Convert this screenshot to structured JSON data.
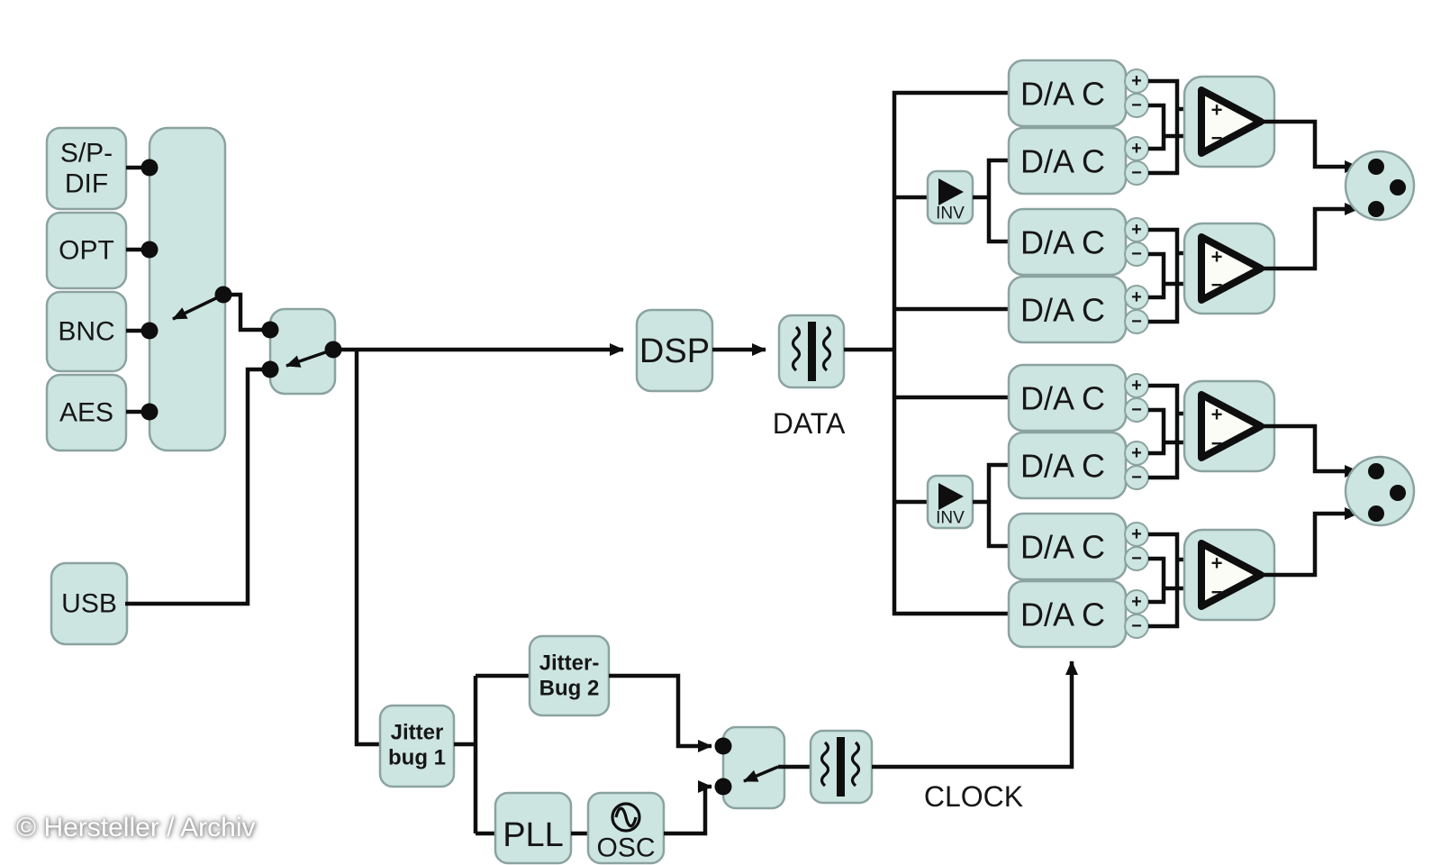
{
  "diagram": {
    "watermark": "© Hersteller / Archiv",
    "colors": {
      "background": "#ffffff",
      "block_fill": "#cde5e0",
      "block_border": "#8ba3a0",
      "wire": "#0e0e0e",
      "text": "#161616"
    },
    "labels": {
      "spdif_l1": "S/P-",
      "spdif_l2": "DIF",
      "opt": "OPT",
      "bnc": "BNC",
      "aes": "AES",
      "usb": "USB",
      "dsp": "DSP",
      "data": "DATA",
      "clock": "CLOCK",
      "dac": "D/A C",
      "inv": "INV",
      "plus": "+",
      "minus": "−",
      "jb1_l1": "Jitter",
      "jb1_l2": "bug 1",
      "jb2_l1": "Jitter-",
      "jb2_l2": "Bug 2",
      "pll": "PLL",
      "osc": "OSC"
    }
  }
}
